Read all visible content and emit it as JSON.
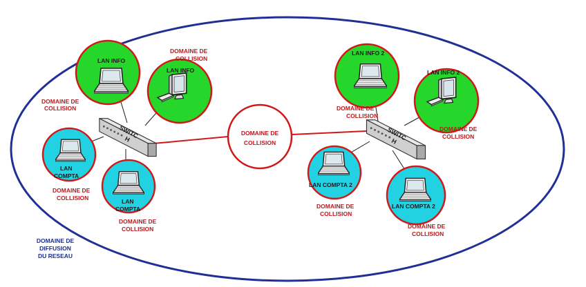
{
  "colors": {
    "broadcast_domain": "#1f2f95",
    "collision_border": "#d01818",
    "info_fill": "#27d62a",
    "compta_fill": "#22d2e2",
    "link_red": "#d01818",
    "link_dark": "#1b1b1b"
  },
  "broadcast_domain": {
    "label_lines": [
      "DOMAINE DE",
      "DIFFUSION",
      "DU RESEAU"
    ]
  },
  "central_collision": {
    "label_lines": [
      "DOMAINE DE",
      "COLLISION"
    ]
  },
  "left": {
    "switch": {
      "label_lines": [
        "SWITC",
        "H"
      ],
      "icon": "switch-icon"
    },
    "lan_info_laptop": {
      "label": "LAN INFO",
      "icon": "laptop-icon",
      "domain_lines": [
        "DOMAINE DE",
        "COLLISION"
      ]
    },
    "lan_info_desktop": {
      "label": "LAN INFO",
      "icon": "desktop-icon",
      "domain_lines": [
        "DOMAINE DE",
        "COLLISION"
      ]
    },
    "lan_compta_1": {
      "label_lines": [
        "LAN",
        "COMPTA"
      ],
      "icon": "laptop-icon",
      "domain_lines": [
        "DOMAINE DE",
        "COLLISION"
      ]
    },
    "lan_compta_2": {
      "label_lines": [
        "LAN",
        "COMPTA"
      ],
      "icon": "laptop-icon",
      "domain_lines": [
        "DOMAINE DE",
        "COLLISION"
      ]
    }
  },
  "right": {
    "switch": {
      "label_lines": [
        "SWITC",
        "H"
      ],
      "icon": "switch-icon"
    },
    "lan_info_2_laptop": {
      "label": "LAN INFO 2",
      "icon": "laptop-icon",
      "domain_lines": [
        "DOMAINE DE",
        "COLLISION"
      ]
    },
    "lan_info_2_desktop": {
      "label": "LAN INFO 2",
      "icon": "desktop-icon",
      "domain_lines": [
        "DOMAINE DE",
        "COLLISION"
      ]
    },
    "lan_compta_2_a": {
      "label": "LAN COMPTA 2",
      "icon": "laptop-icon",
      "domain_lines": [
        "DOMAINE DE",
        "COLLISION"
      ]
    },
    "lan_compta_2_b": {
      "label": "LAN COMPTA 2",
      "icon": "laptop-icon",
      "domain_lines": [
        "DOMAINE DE",
        "COLLISION"
      ]
    }
  }
}
